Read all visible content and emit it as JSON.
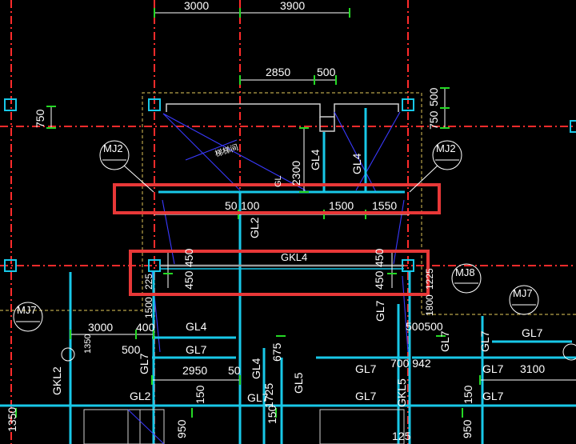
{
  "drawing": {
    "background": "#000000",
    "colors": {
      "axis": "#ff2b2b",
      "beam": "#18c8e8",
      "dim": "#ffffff",
      "dim_tick": "#25d925",
      "wall": "#b8a24a",
      "diag": "#3a3aff",
      "highlight": "#e83838",
      "gray": "#8a8a8a"
    },
    "top_dims": [
      "3000",
      "3900"
    ],
    "stair_dims": [
      "2850",
      "500"
    ],
    "left_dims": [
      "750"
    ],
    "right_dims": [
      "750",
      "500"
    ],
    "mj_labels": [
      "MJ2",
      "MJ2",
      "MJ8",
      "MJ7",
      "MJ7"
    ],
    "stair_text": "梯梯间",
    "vertical_labels": {
      "d2300": "2300",
      "gl4a": "GL4",
      "gl4b": "GL4",
      "gl2a": "GL2",
      "g_small": "GL",
      "l450a": "450",
      "l450b": "450",
      "l450c": "450",
      "l450d": "450",
      "gl7a": "GL7",
      "gl7b": "GL7",
      "gkl2": "GKL2",
      "gl4c": "GL4",
      "gl5": "GL5",
      "d1725": "1725",
      "d675": "675",
      "l1350": "1350",
      "l950a": "950",
      "l950b": "950",
      "l150a": "150",
      "l150b": "150",
      "l150c": "150",
      "l1800": "1800",
      "l1225": "1225",
      "l1500": "1500",
      "l225": "225",
      "gl7c": "GL7",
      "gl7d": "GL7",
      "gkl5": "GKL5"
    },
    "highlight_box1_dims": [
      "50",
      "100",
      "1500",
      "1550"
    ],
    "highlight_box2_label": "GKL4",
    "bottom_labels": {
      "d3000": "3000",
      "d400": "400",
      "gl4": "GL4",
      "d500": "500",
      "gl7": "GL7",
      "d2950": "2950",
      "d50": "50",
      "gl7_mid": "GL7",
      "d700942": "700 942",
      "gl7_r": "GL7",
      "d3100": "3100",
      "gl7_r2": "GL7",
      "gl2": "GL2",
      "gl7_b": "GL7",
      "gl7_bm": "GL7",
      "gl7_br": "GL7",
      "d500500": "500500",
      "d125": "125",
      "gl7_rr": "GL7"
    }
  }
}
